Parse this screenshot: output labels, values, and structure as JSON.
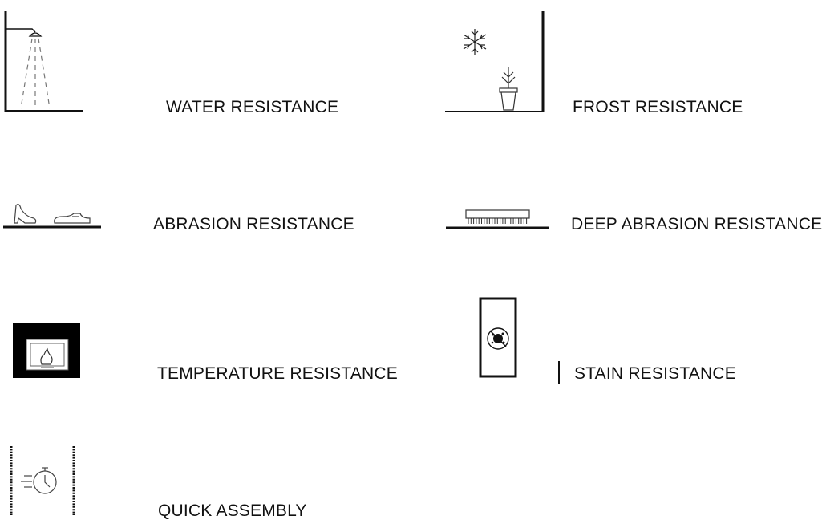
{
  "features": [
    {
      "icon": "shower-icon",
      "label": "WATER RESISTANCE"
    },
    {
      "icon": "snowflake-plant-icon",
      "label": "FROST RESISTANCE"
    },
    {
      "icon": "shoes-on-floor-icon",
      "label": "ABRASION RESISTANCE"
    },
    {
      "icon": "brush-on-floor-icon",
      "label": "DEEP ABRASION RESISTANCE"
    },
    {
      "icon": "fireplace-icon",
      "label": "TEMPERATURE RESISTANCE"
    },
    {
      "icon": "stain-panel-icon",
      "label": "STAIN RESISTANCE"
    },
    {
      "icon": "stopwatch-assembly-icon",
      "label": "QUICK ASSEMBLY"
    }
  ],
  "colors": {
    "ink": "#111111",
    "background": "#ffffff"
  }
}
